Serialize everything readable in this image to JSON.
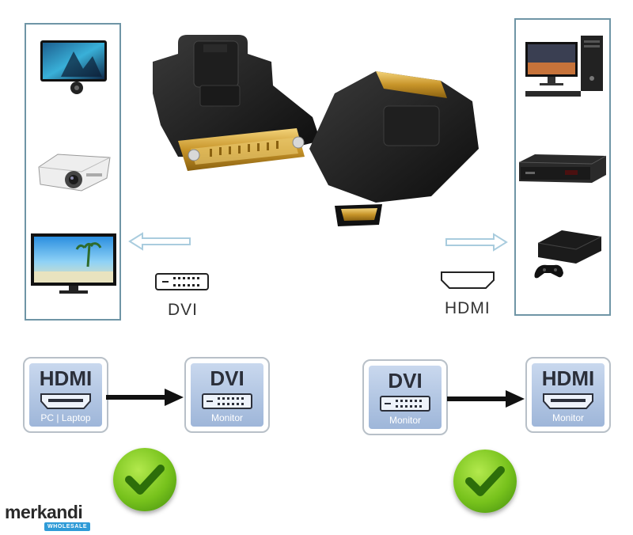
{
  "labels": {
    "dvi": "DVI",
    "hdmi": "HDMI"
  },
  "diagrams": [
    {
      "source": {
        "title": "HDMI",
        "subtitle": "PC | Laptop"
      },
      "target": {
        "title": "DVI",
        "subtitle": "Monitor"
      }
    },
    {
      "source": {
        "title": "DVI",
        "subtitle": "Monitor"
      },
      "target": {
        "title": "HDMI",
        "subtitle": "Monitor"
      }
    }
  ],
  "logo": {
    "name": "merkandi",
    "badge": "WHOLESALE"
  },
  "colors": {
    "panel_border": "#6f95a6",
    "arrow": "#a9ccde",
    "check": "#77c21c"
  }
}
